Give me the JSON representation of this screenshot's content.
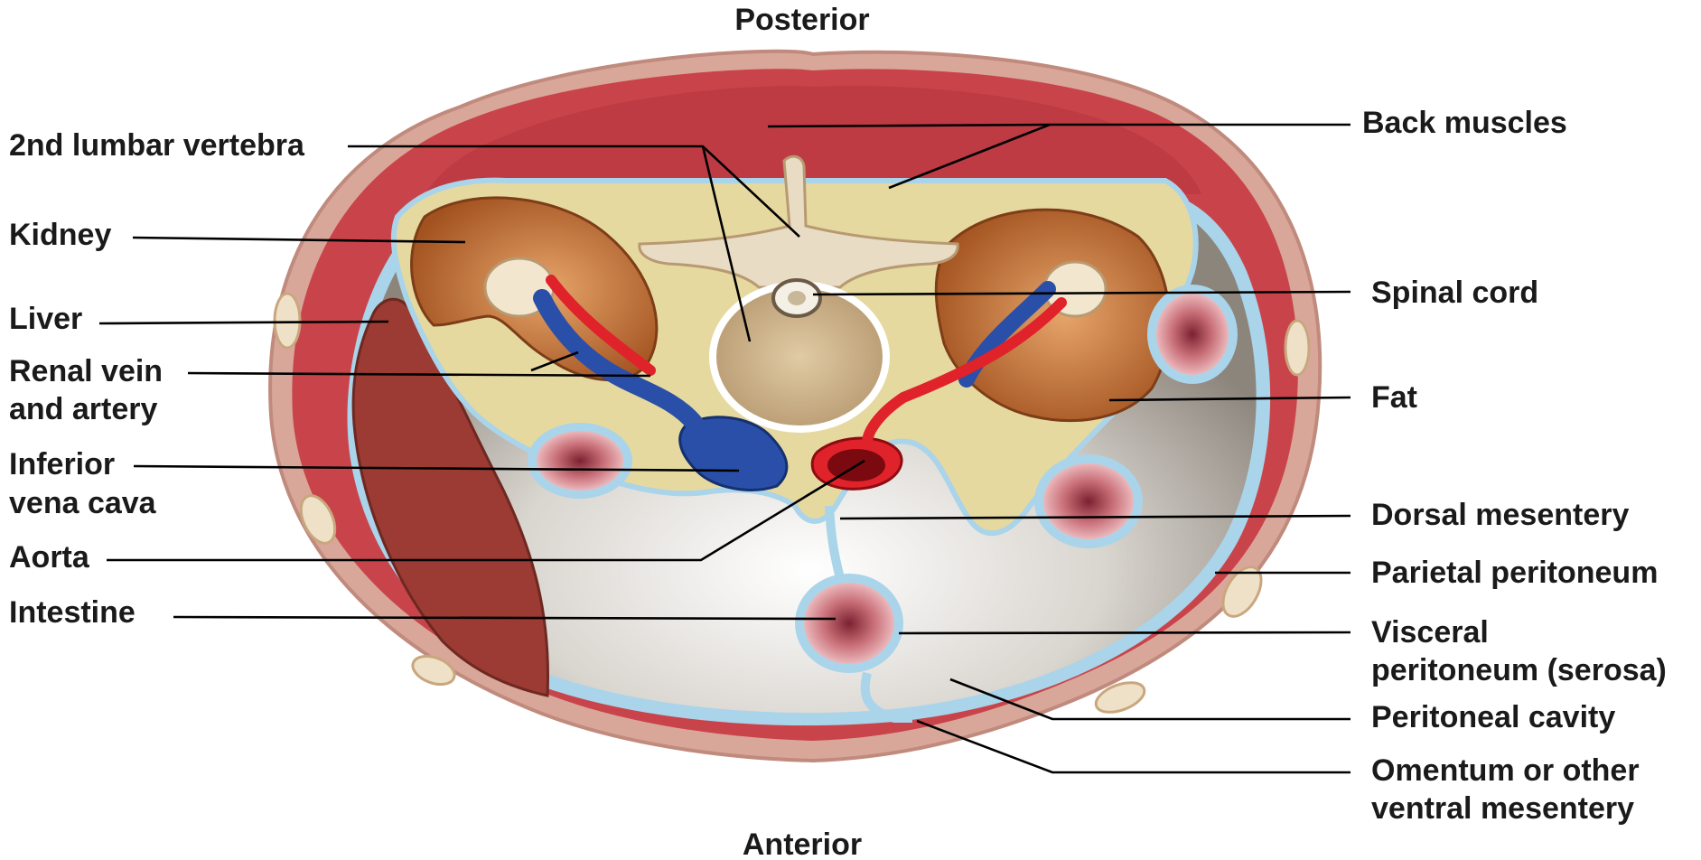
{
  "orientation": {
    "top": "Posterior",
    "bottom": "Anterior"
  },
  "labels": {
    "lumbar_vertebra": "2nd lumbar vertebra",
    "kidney": "Kidney",
    "liver": "Liver",
    "renal_vessels_line1": "Renal vein",
    "renal_vessels_line2": "and artery",
    "ivc_line1": "Inferior",
    "ivc_line2": "vena cava",
    "aorta": "Aorta",
    "intestine": "Intestine",
    "back_muscles": "Back muscles",
    "spinal_cord": "Spinal cord",
    "fat": "Fat",
    "dorsal_mesentery": "Dorsal mesentery",
    "parietal_peritoneum": "Parietal peritoneum",
    "visceral_line1": "Visceral",
    "visceral_line2": "peritoneum (serosa)",
    "peritoneal_cavity": "Peritoneal cavity",
    "omentum_line1": "Omentum or other",
    "omentum_line2": "ventral mesentery"
  },
  "colors": {
    "skin": "#d9a79a",
    "muscle": "#c9444a",
    "fat": "#e6d9a0",
    "peritoneum": "#a9d4ea",
    "cavity": "#c8c3bc",
    "kidney": "#b8662e",
    "liver": "#9b3b33",
    "bone": "#e8dcc4",
    "artery": "#e0222a",
    "vein": "#2a4fa8",
    "intestine": "#c96f78"
  }
}
